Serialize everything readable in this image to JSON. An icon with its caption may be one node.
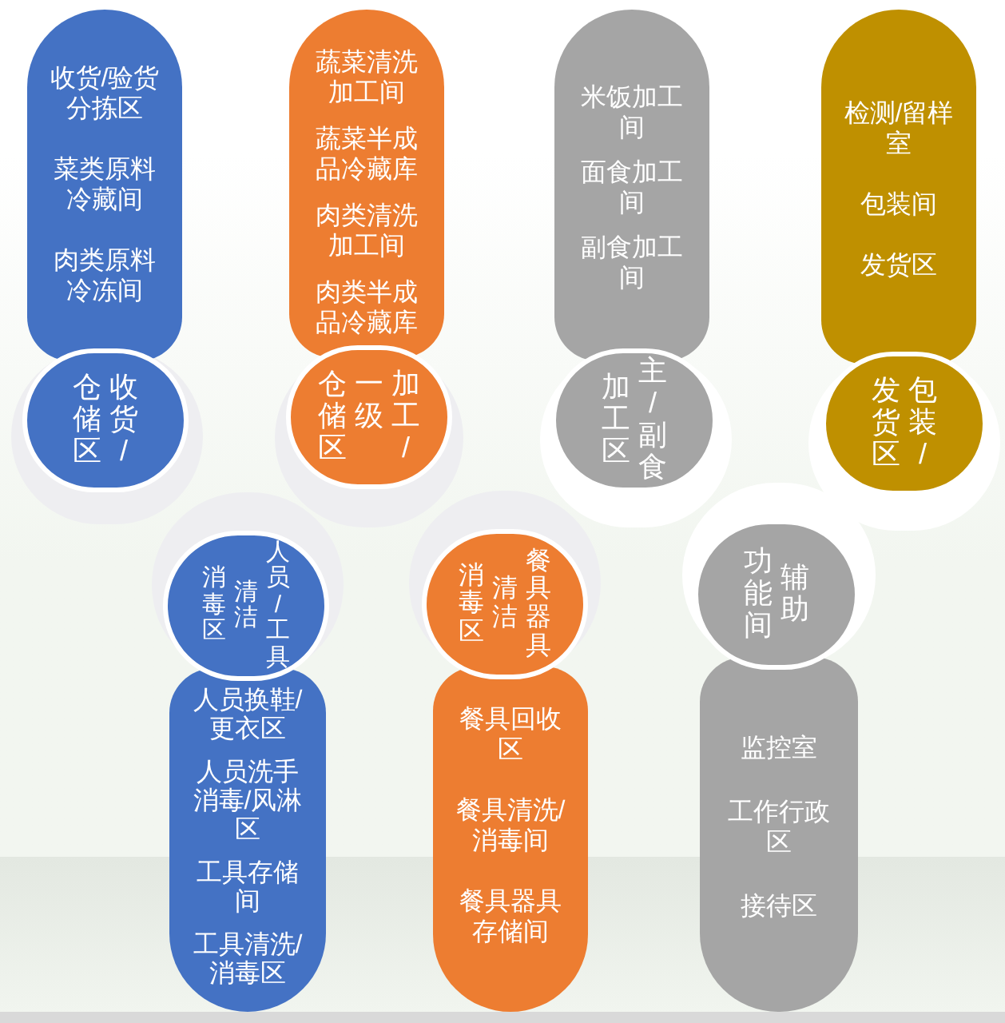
{
  "diagram": {
    "nodes": [
      {
        "text": [
          "收货/验货分拣区",
          "菜类原料冷藏间",
          "肉类原料冷冻间"
        ]
      },
      {
        "text": [
          "收货/仓储区"
        ]
      },
      {
        "text": [
          "蔬菜清洗加工间",
          "蔬菜半成品冷藏库",
          "肉类清洗加工间",
          "肉类半成品冷藏库"
        ]
      },
      {
        "text": [
          "加工/一级仓储区"
        ]
      },
      {
        "text": [
          "米饭加工间",
          "面食加工间",
          "副食加工间"
        ]
      },
      {
        "text": [
          "主/副食加工区"
        ]
      },
      {
        "text": [
          "检测/留样室",
          "包装间",
          "发货区"
        ]
      },
      {
        "text": [
          "包装/发货区"
        ]
      },
      {
        "text": [
          "人员/工具清洁消毒区"
        ]
      },
      {
        "text": [
          "人员换鞋/更衣区",
          "人员洗手消毒/风淋区",
          "工具存储间",
          "工具清洗/消毒区"
        ]
      },
      {
        "text": [
          "餐具器具清洁消毒区"
        ]
      },
      {
        "text": [
          "餐具回收区",
          "餐具清洗/消毒间",
          "餐具器具存储间"
        ]
      },
      {
        "text": [
          "辅助功能间"
        ]
      },
      {
        "text": [
          "监控室",
          "工作行政区",
          "接待区"
        ]
      }
    ]
  }
}
